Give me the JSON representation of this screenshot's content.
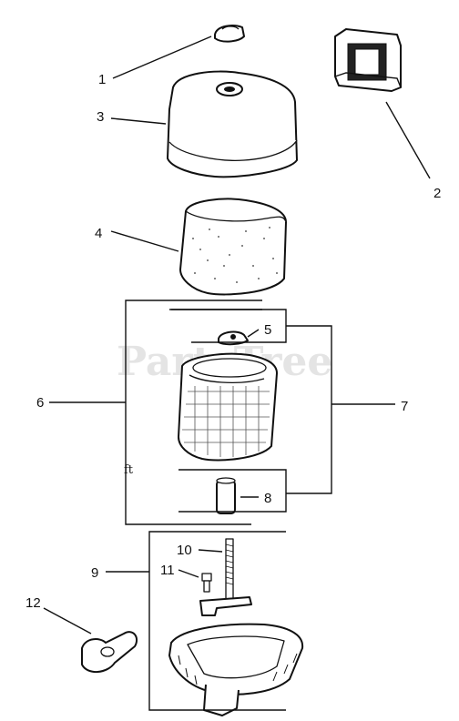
{
  "watermark": "PartsTree",
  "stray_mark": "ft",
  "callouts": [
    {
      "id": "1",
      "text": "1"
    },
    {
      "id": "2",
      "text": "2"
    },
    {
      "id": "3",
      "text": "3"
    },
    {
      "id": "4",
      "text": "4"
    },
    {
      "id": "5",
      "text": "5"
    },
    {
      "id": "6",
      "text": "6"
    },
    {
      "id": "7",
      "text": "7"
    },
    {
      "id": "8",
      "text": "8"
    },
    {
      "id": "9",
      "text": "9"
    },
    {
      "id": "10",
      "text": "10"
    },
    {
      "id": "11",
      "text": "11"
    },
    {
      "id": "12",
      "text": "12"
    }
  ]
}
